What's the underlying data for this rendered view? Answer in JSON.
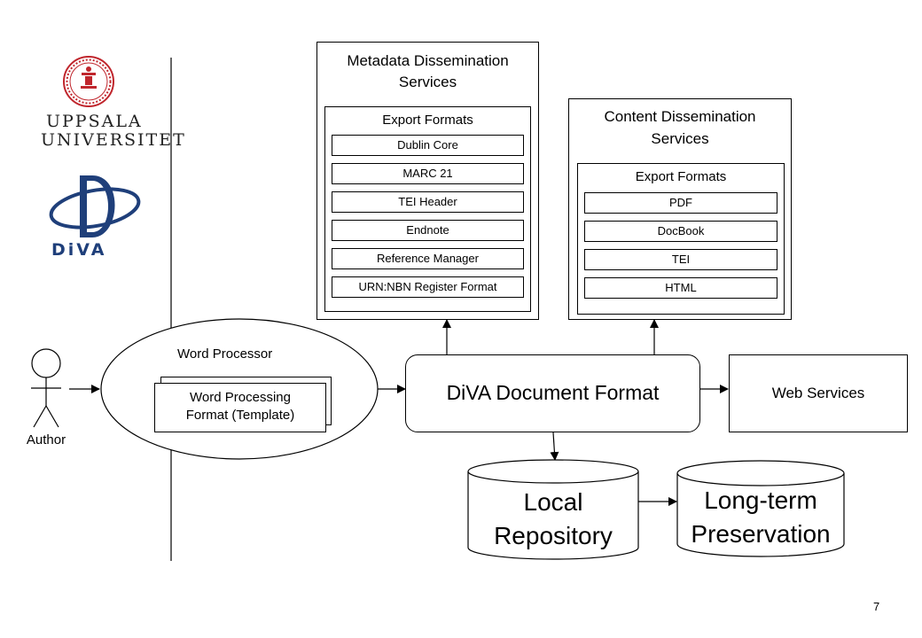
{
  "logos": {
    "uppsala": {
      "line1": "UPPSALA",
      "line2": "UNIVERSITET",
      "seal_text": "UPPSALA VNIVERSITAS",
      "color": "#c0262d"
    },
    "diva": {
      "letter": "D",
      "wordmark": "DiVA",
      "color": "#1f3f7a"
    }
  },
  "actor": {
    "label": "Author"
  },
  "word_processor": {
    "label": "Word Processor",
    "template_line1": "Word Processing",
    "template_line2": "Format (Template)"
  },
  "center": {
    "label": "DiVA Document Format"
  },
  "web_services": {
    "label": "Web Services"
  },
  "metadata": {
    "title_line1": "Metadata Dissemination",
    "title_line2": "Services",
    "export_title": "Export Formats",
    "formats": [
      "Dublin Core",
      "MARC 21",
      "TEI Header",
      "Endnote",
      "Reference Manager",
      "URN:NBN Register Format"
    ]
  },
  "content": {
    "title_line1": "Content Dissemination",
    "title_line2": "Services",
    "export_title": "Export Formats",
    "formats": [
      "PDF",
      "DocBook",
      "TEI",
      "HTML"
    ]
  },
  "local_repository": {
    "line1": "Local",
    "line2": "Repository"
  },
  "preservation": {
    "line1": "Long-term",
    "line2": "Preservation"
  },
  "page_number": "7"
}
